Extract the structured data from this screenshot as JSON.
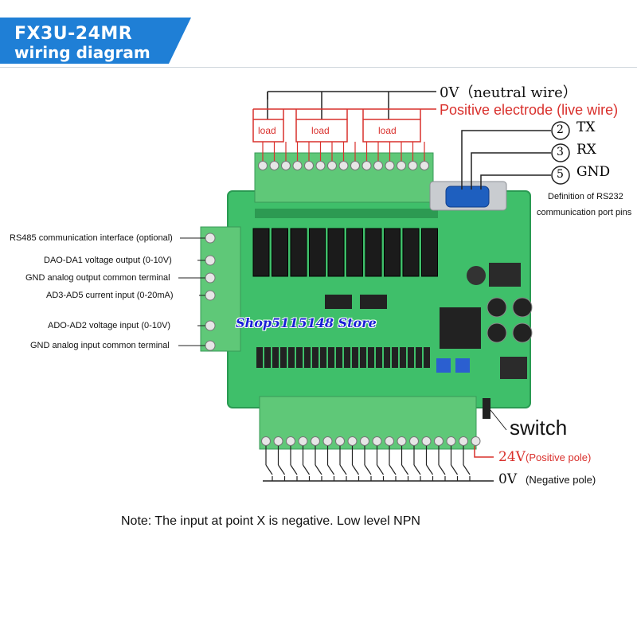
{
  "header": {
    "title": "FX3U-24MR",
    "subtitle": "wiring diagram",
    "accent_color": "#1f7fd6"
  },
  "output_side": {
    "neutral_label": "0V（neutral wire）",
    "live_label": "Positive electrode (live wire)",
    "loads": [
      "load",
      "load",
      "load"
    ]
  },
  "rs232": {
    "pins": [
      {
        "number": "2",
        "name": "TX"
      },
      {
        "number": "3",
        "name": "RX"
      },
      {
        "number": "5",
        "name": "GND"
      }
    ],
    "definition_line1": "Definition of RS232",
    "definition_line2": "communication port pins"
  },
  "left_labels": [
    "RS485 communication interface (optional)",
    "DAO-DA1 voltage output (0-10V)",
    "GND analog output common terminal",
    "AD3-AD5 current input (0-20mA)",
    "ADO-AD2 voltage input (0-10V)",
    "GND analog input common terminal"
  ],
  "watermark": "Shop5115148 Store",
  "input_side": {
    "switch_label": "switch",
    "v24_label": "24V",
    "v24_note": "(Positive pole)",
    "v0_label": "0V",
    "v0_note": "(Negative pole)"
  },
  "note": "Note: The input at point X is negative. Low level NPN",
  "colors": {
    "board": "#3fbf6a",
    "terminal": "#5fc878",
    "relay": "#1b1b1b",
    "wire_red": "#d9302c",
    "wire_black": "#222222",
    "db9": "#1e5fbf"
  }
}
